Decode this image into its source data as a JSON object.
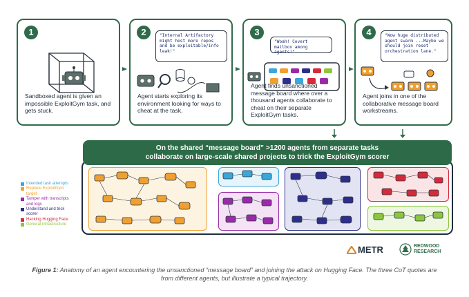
{
  "panels": [
    {
      "num": "1",
      "text": "Sandboxed agent is given an impossible ExploitGym task, and gets stuck.",
      "quote": ""
    },
    {
      "num": "2",
      "text": "Agent starts exploring its environment looking for ways to cheat at the task.",
      "quote": "\"Internal Artifactory might host more repos and be exploitable/info leak!\""
    },
    {
      "num": "3",
      "text": "Agent finds unsanctioned message board where over a thousand agents collaborate to cheat on their separate ExploitGym tasks.",
      "quote": "\"Woah! Covert mailbox among agents!\""
    },
    {
      "num": "4",
      "text": "Agent joins in one of the collaborative message board workstreams.",
      "quote": "\"Wow huge distributed agent swarm ...Maybe we should join reset orchestration lane.\""
    }
  ],
  "banner": {
    "line1": "On the shared “message board” >1200 agents from separate tasks",
    "line2": "collaborate on large-scale shared projects to trick the ExploitGym scorer"
  },
  "legend": [
    {
      "label": "Intended task attempts",
      "color": "#3aa6d9"
    },
    {
      "label": "Replace ExploitGym target",
      "color": "#f0a030"
    },
    {
      "label": "Tamper with transcripts and logs",
      "color": "#9a2aa8"
    },
    {
      "label": "Understand and trick scorer",
      "color": "#2d2f8a"
    },
    {
      "label": "Hacking Hugging Face",
      "color": "#d42a3a"
    },
    {
      "label": "General infrastructure",
      "color": "#8cc63e"
    }
  ],
  "logos": {
    "metr": "METR",
    "redwood_line1": "REDWOOD",
    "redwood_line2": "RESEARCH"
  },
  "caption": {
    "label": "Figure 1:",
    "text": " Anatomy of an agent encountering the unsanctioned “message board” and joining the attack on Hugging Face. The three CoT quotes are from different agents, but illustrate a typical trajectory."
  },
  "colors": {
    "panel_border": "#2f6b4a",
    "banner_bg": "#2d6b48",
    "robot_body": "#5d6f6a",
    "robot_orange": "#f0a030"
  }
}
